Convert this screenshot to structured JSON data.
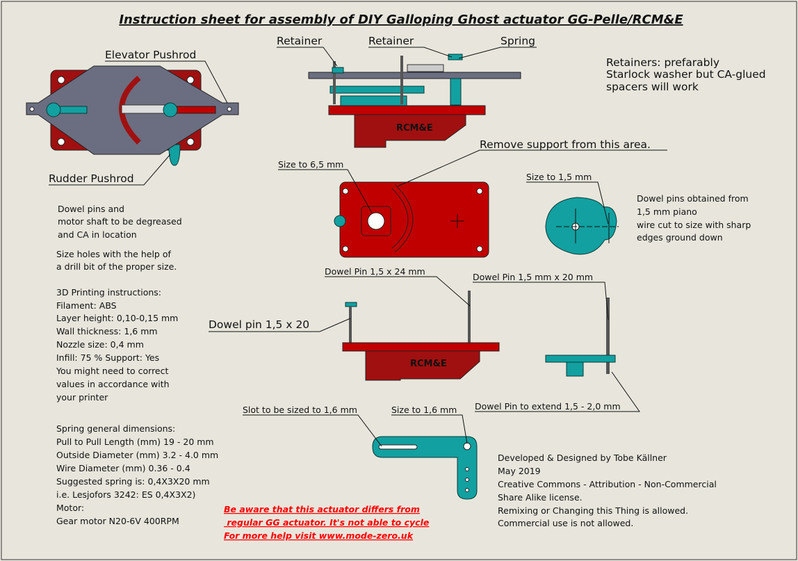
{
  "title": "Instruction sheet for assembly of DIY Galloping Ghost actuator GG-Pelle/RCM&E",
  "labels": {
    "elevator_pushrod": "Elevator Pushrod",
    "rudder_pushrod": "Rudder Pushrod",
    "retainer_1": "Retainer",
    "retainer_2": "Retainer",
    "spring": "Spring",
    "remove_support": "Remove support from this area.",
    "size_6_5": "Size to 6,5 mm",
    "size_1_5": "Size to 1,5 mm",
    "dowel_24": "Dowel Pin 1,5 x 24 mm",
    "dowel_20mm": "Dowel Pin 1,5 mm x 20 mm",
    "dowel_20": "Dowel pin 1,5 x 20",
    "dowel_extend": "Dowel Pin to extend 1,5 - 2,0 mm",
    "slot_size": "Slot to be sized to 1,6 mm",
    "size_1_6": "Size to 1,6 mm",
    "brand_1": "RCM&E",
    "brand_2": "RCM&E"
  },
  "retainers_note": [
    "Retainers: prefarably",
    "Starlock washer but CA-glued",
    "spacers will work"
  ],
  "dowel_note": [
    "Dowel pins obtained from",
    "1,5 mm piano",
    "wire cut to size with sharp",
    "edges ground down"
  ],
  "degrease_note": [
    "Dowel pins and",
    "motor shaft to be degreased",
    "and CA in location"
  ],
  "holes_note": [
    "Size holes with the help of",
    "a drill bit of the proper size."
  ],
  "printing": [
    "3D Printing instructions:",
    "Filament: ABS",
    "Layer height: 0,10-0,15 mm",
    "Wall thickness: 1,6 mm",
    "Nozzle size: 0,4 mm",
    "Infill: 75 % Support: Yes",
    "You might need to correct",
    "values in accordance with",
    "your printer"
  ],
  "spring_dims": [
    "Spring general dimensions:",
    "Pull to Pull Length (mm) 19 - 20 mm",
    "Outside Diameter (mm) 3.2 - 4.0 mm",
    "Wire Diameter (mm) 0.36 - 0.4",
    "Suggested spring is: 0,4X3X20 mm",
    "i.e. Lesjofors 3242: ES 0,4X3X2)",
    "Motor:",
    "Gear motor N20-6V 400RPM"
  ],
  "warning": [
    "Be aware that this actuator differs from",
    " regular GG actuator. It's not able to cycle",
    "For more help visit www.mode-zero.uk"
  ],
  "credits": [
    "Developed & Designed by Tobe Källner",
    "May 2019",
    "Creative Commons - Attribution - Non-Commercial",
    "Share Alike license.",
    "Remixing or Changing this Thing is allowed.",
    "Commercial use is not allowed."
  ],
  "colors": {
    "background": "#e8e6dc",
    "red": "#c00000",
    "teal": "#12a0a0",
    "grey": "#6a6e80",
    "warning": "#ff0000"
  }
}
